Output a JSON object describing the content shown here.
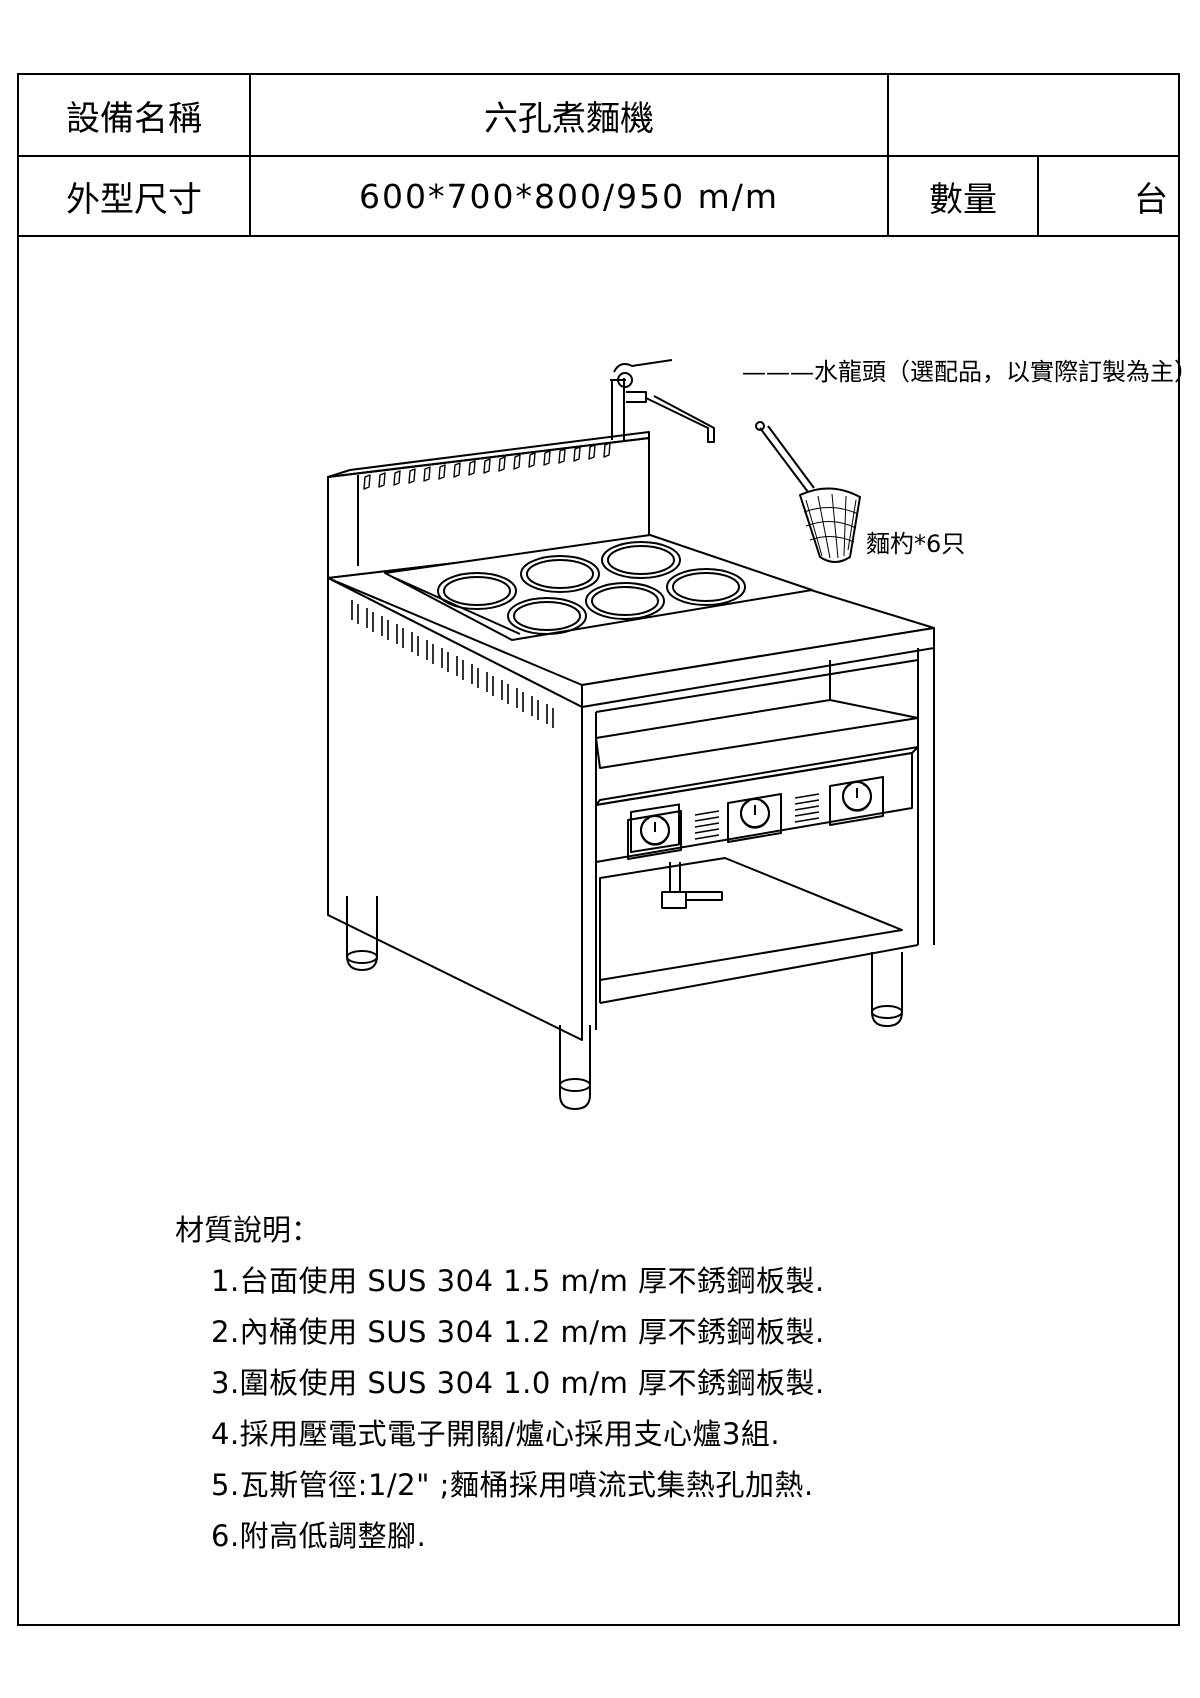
{
  "header": {
    "name_label": "設備名稱",
    "name_value": "六孔煮麵機",
    "size_label": "外型尺寸",
    "size_value": "600*700*800/950  m/m",
    "qty_label": "數量",
    "qty_unit": "台"
  },
  "drawing": {
    "faucet_label": "———水龍頭（選配品，以實際訂製為主）",
    "basket_label": "麵杓*6只"
  },
  "materials": {
    "title": "材質說明：",
    "items": [
      "1.台面使用  SUS  304  1.5  m/m  厚不銹鋼板製.",
      "2.內桶使用  SUS  304  1.2  m/m  厚不銹鋼板製.",
      "3.圍板使用  SUS  304  1.0  m/m  厚不銹鋼板製.",
      "4.採用壓電式電子開關/爐心採用支心爐3組.",
      "5.瓦斯管徑:1/2\" ;麵桶採用噴流式集熱孔加熱.",
      "6.附高低調整腳."
    ]
  }
}
